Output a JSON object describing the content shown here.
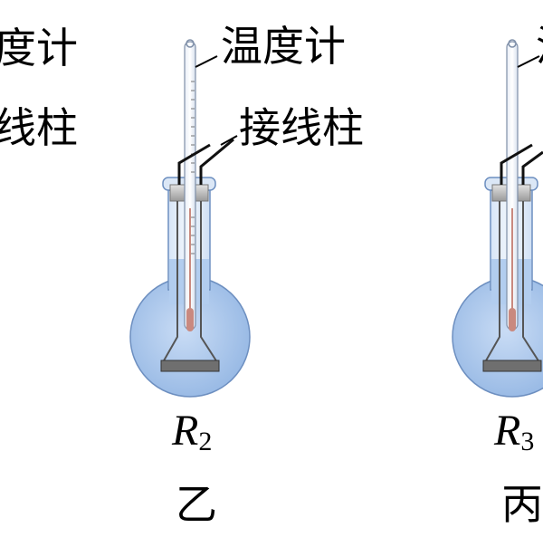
{
  "labels": {
    "thermometer": "温度计",
    "terminal": "接线柱"
  },
  "apparatus": [
    {
      "resistor_var": "R",
      "resistor_sub": "2",
      "cn_label": "乙"
    },
    {
      "resistor_var": "R",
      "resistor_sub": "3",
      "cn_label": "丙"
    }
  ],
  "left_partial": {
    "thermometer_fragment": "度计",
    "terminal_fragment": "线柱"
  },
  "right_partial": {
    "thermometer_fragment": "温"
  },
  "colors": {
    "liquid": "#a9c8ee",
    "glass_edge": "#6d8fc0",
    "wire": "#111111",
    "stopper": "#b9b9b9"
  }
}
